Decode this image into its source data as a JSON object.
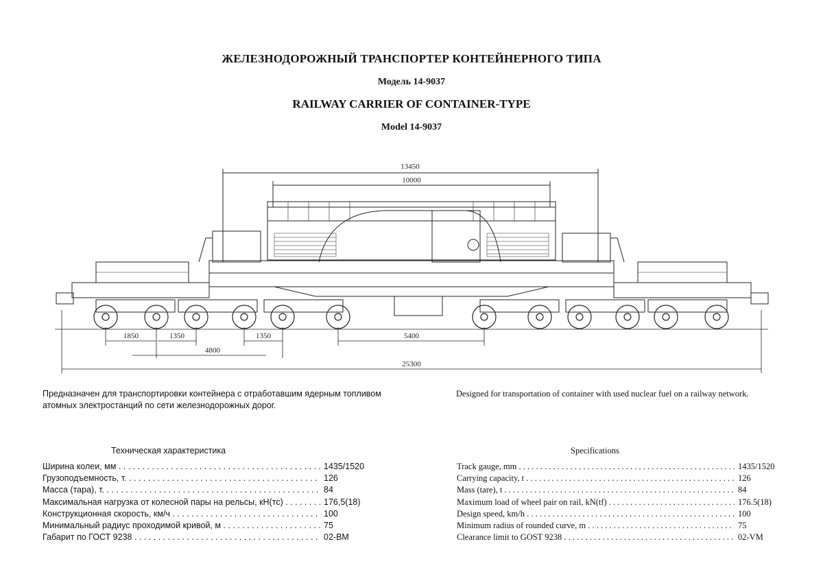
{
  "title": {
    "main_ru": "ЖЕЛЕЗНОДОРОЖНЫЙ ТРАНСПОРТЕР КОНТЕЙНЕРНОГО ТИПА",
    "model_ru": "Модель 14-9037",
    "main_en": "RAILWAY CARRIER OF CONTAINER-TYPE",
    "model_en": "Model 14-9037"
  },
  "drawing": {
    "dimensions": {
      "overall_top": "13450",
      "inner_top": "10000",
      "d1850": "1850",
      "d1350_a": "1350",
      "d1350_b": "1350",
      "d4800": "4800",
      "d5400": "5400",
      "overall_length": "25300"
    }
  },
  "description": {
    "ru_line1": "Предназначен для транспортировки контейнера с отработавшим ядерным топливом",
    "ru_line2": "атомных электростанций по сети железнодорожных дорог.",
    "en": "Designed for transportation of container with used nuclear fuel on a  railway network."
  },
  "specs_ru": {
    "heading": "Техническая характеристика",
    "rows": [
      {
        "label": "Ширина колеи, мм",
        "value": "1435/1520"
      },
      {
        "label": "Грузоподъемность, т.",
        "value": "126"
      },
      {
        "label": "Масса (тара), т.",
        "value": "84"
      },
      {
        "label": "Максимальная нагрузка от колесной пары на рельсы, кН(тс)",
        "value": "176,5(18)"
      },
      {
        "label": "Конструкционная скорость, км/ч",
        "value": "100"
      },
      {
        "label": "Минимальный радиус проходимой кривой, м",
        "value": "75"
      },
      {
        "label": "Габарит по ГОСТ 9238",
        "value": "02-ВМ"
      }
    ]
  },
  "specs_en": {
    "heading": "Specifications",
    "rows": [
      {
        "label": "Track gauge, mm",
        "value": "1435/1520"
      },
      {
        "label": "Carrying capacity, t",
        "value": "126"
      },
      {
        "label": "Mass (tare), t",
        "value": "84"
      },
      {
        "label": "Maximum load of wheel pair on rail, kN(tf)",
        "value": "176.5(18)"
      },
      {
        "label": "Design speed, km/h",
        "value": "100"
      },
      {
        "label": "Minimum radius of rounded curve, m",
        "value": "75"
      },
      {
        "label": "Clearance limit to GOST 9238",
        "value": "02-VM"
      }
    ]
  }
}
